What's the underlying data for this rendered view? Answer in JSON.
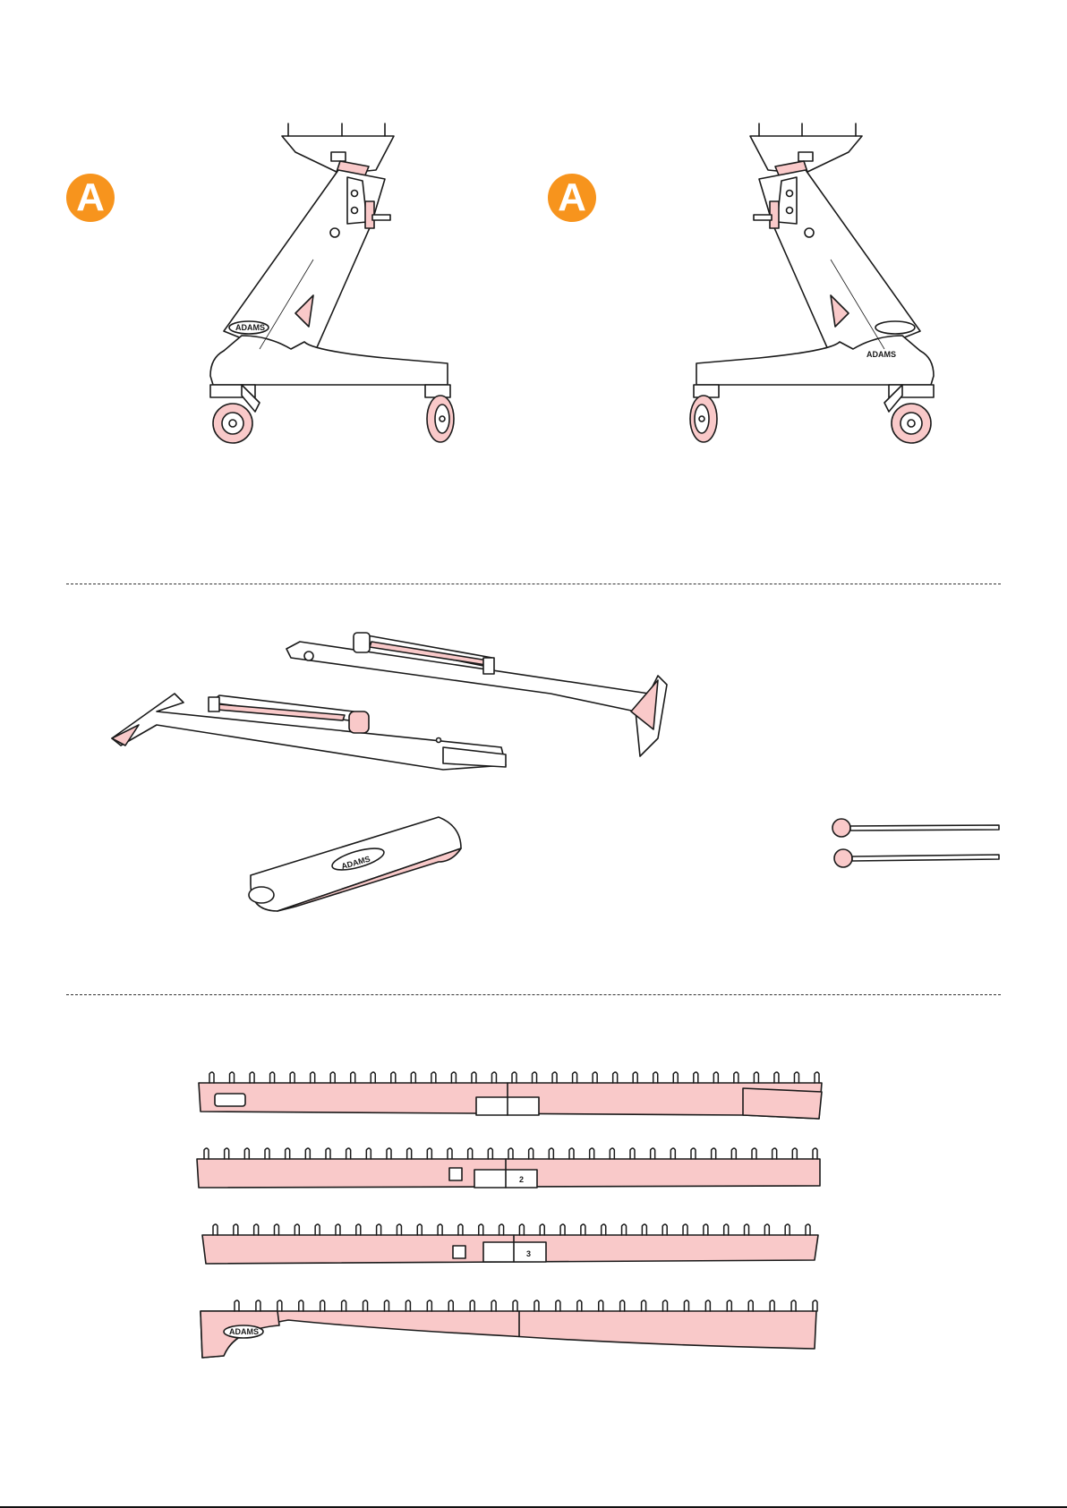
{
  "badges": [
    {
      "label": "A",
      "color": "#F7941D"
    },
    {
      "label": "A",
      "color": "#F7941D"
    }
  ],
  "brand": {
    "logo_text": "ADAMS"
  },
  "colors": {
    "accent": "#F7941D",
    "highlight": "#F9C9C9",
    "line": "#1a1a1a"
  },
  "sections": [
    {
      "content": "frame sides A"
    },
    {
      "content": "cross braces, cover, mallets"
    },
    {
      "content": "resonator rails"
    }
  ],
  "rails": [
    {
      "hooks": 31,
      "plate_label": ""
    },
    {
      "hooks": 31,
      "plate_label": "2"
    },
    {
      "hooks": 30,
      "plate_label": "3"
    },
    {
      "hooks": 28,
      "plate_label": ""
    }
  ]
}
